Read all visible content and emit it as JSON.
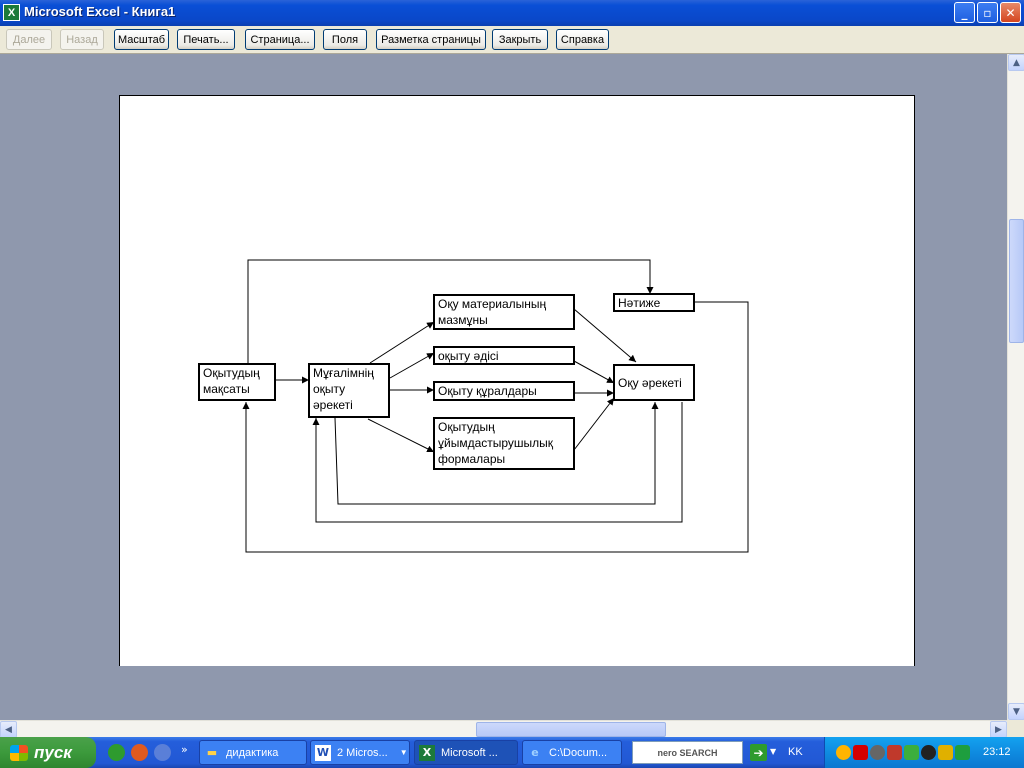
{
  "window": {
    "app_icon": "excel-icon",
    "app_icon_glyph": "X",
    "title": "Microsoft Excel - Книга1",
    "minimize": "_",
    "maximize": "▫",
    "close": "✕"
  },
  "toolbar": {
    "next": "Далее",
    "prev": "Назад",
    "zoom": "Масштаб",
    "print": "Печать...",
    "setup": "Страница...",
    "margins": "Поля",
    "page_break": "Разметка страницы",
    "close": "Закрыть",
    "help": "Справка"
  },
  "diagram": {
    "goal": "Оқытудың мақсаты",
    "teacher": "Мұғалімнің оқыту әрекеті",
    "content": "Оқу материалының мазмұны",
    "method": "оқыту әдісі",
    "tools": "Оқыту құралдары",
    "forms": "Оқытудың ұйымдастырушылық формалары",
    "result": "Нәтиже",
    "activity": "Оқу әрекеті"
  },
  "scrollbars": {
    "up": "▲",
    "down": "▼",
    "left": "◀",
    "right": "▶"
  },
  "taskbar": {
    "start": "пуск",
    "quicklaunch_more": "»",
    "tasks": [
      {
        "icon": "folder-icon",
        "label": "дидактика"
      },
      {
        "icon": "word-icon",
        "label": "2 Micros..."
      },
      {
        "icon": "excel-icon",
        "label": "Microsoft ..."
      },
      {
        "icon": "ie-icon",
        "label": "C:\\Docum..."
      }
    ],
    "search_logo": "nero SEARCH",
    "language": "KK",
    "clock": "23:12"
  }
}
